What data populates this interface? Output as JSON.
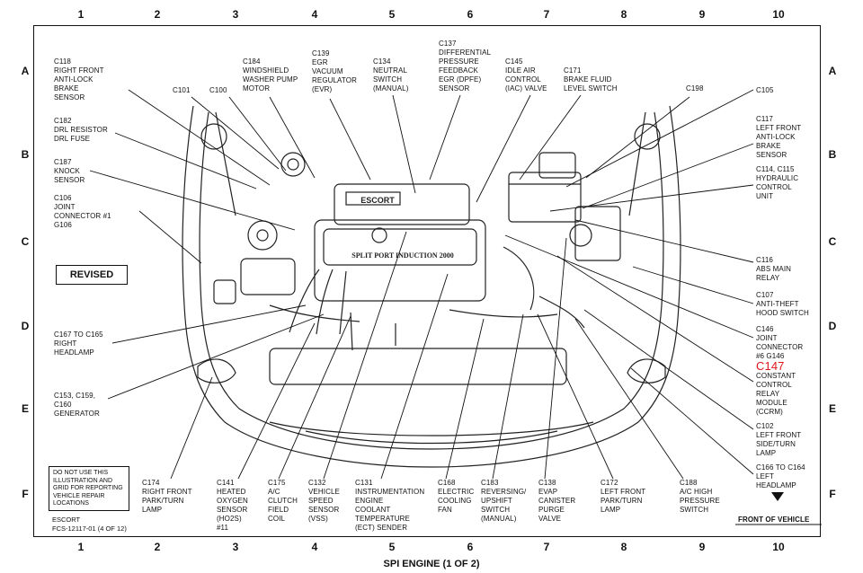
{
  "grid": {
    "columns": [
      "1",
      "2",
      "3",
      "4",
      "5",
      "6",
      "7",
      "8",
      "9",
      "10"
    ],
    "rows": [
      "A",
      "B",
      "C",
      "D",
      "E",
      "F"
    ]
  },
  "title": "SPI ENGINE (1 OF 2)",
  "revised": "REVISED",
  "warning": "DO NOT USE THIS ILLUSTRATION AND GRID FOR REPORTING VEHICLE REPAIR LOCATIONS",
  "footer": {
    "model": "ESCORT",
    "code": "FCS-12117-01 (4 OF 12)"
  },
  "front_of_vehicle": "FRONT OF VEHICLE",
  "engine_cover_text": [
    "ESCORT",
    "SPLIT PORT INDUCTION 2000"
  ],
  "labels": {
    "c118": {
      "code": "C118",
      "text": "RIGHT FRONT\nANTI-LOCK\nBRAKE\nSENSOR"
    },
    "c182": {
      "code": "C182",
      "text": "DRL RESISTOR\nDRL FUSE"
    },
    "c187": {
      "code": "C187",
      "text": "KNOCK\nSENSOR"
    },
    "c106": {
      "code": "C106",
      "text": "JOINT\nCONNECTOR #1\nG106"
    },
    "c167": {
      "code": "C167 TO C165",
      "text": "RIGHT\nHEADLAMP"
    },
    "c153": {
      "code": "C153, C159,",
      "text": "C160\nGENERATOR"
    },
    "c101": {
      "code": "C101",
      "text": ""
    },
    "c100": {
      "code": "C100",
      "text": ""
    },
    "c184": {
      "code": "C184",
      "text": "WINDSHIELD\nWASHER PUMP\nMOTOR"
    },
    "c139": {
      "code": "C139",
      "text": "EGR\nVACUUM\nREGULATOR\n(EVR)"
    },
    "c134": {
      "code": "C134",
      "text": "NEUTRAL\nSWITCH\n(MANUAL)"
    },
    "c137": {
      "code": "C137",
      "text": "DIFFERENTIAL\nPRESSURE\nFEEDBACK\nEGR (DPFE)\nSENSOR"
    },
    "c145": {
      "code": "C145",
      "text": "IDLE AIR\nCONTROL\n(IAC) VALVE"
    },
    "c171": {
      "code": "C171",
      "text": "BRAKE FLUID\nLEVEL SWITCH"
    },
    "c198": {
      "code": "C198",
      "text": ""
    },
    "c105": {
      "code": "C105",
      "text": ""
    },
    "c117": {
      "code": "C117",
      "text": "LEFT FRONT\nANTI-LOCK\nBRAKE\nSENSOR"
    },
    "c114": {
      "code": "C114, C115",
      "text": "HYDRAULIC\nCONTROL\nUNIT"
    },
    "c116": {
      "code": "C116",
      "text": "ABS MAIN\nRELAY"
    },
    "c107": {
      "code": "C107",
      "text": "ANTI-THEFT\nHOOD SWITCH"
    },
    "c146": {
      "code": "C146",
      "text": "JOINT\nCONNECTOR\n#6 G146"
    },
    "c147": {
      "code": "C147",
      "text": "CONSTANT\nCONTROL\nRELAY\nMODULE\n(CCRM)"
    },
    "c102": {
      "code": "C102",
      "text": "LEFT FRONT\nSIDE/TURN\nLAMP"
    },
    "c166": {
      "code": "C166 TO C164",
      "text": "LEFT\nHEADLAMP"
    },
    "c174": {
      "code": "C174",
      "text": "RIGHT FRONT\nPARK/TURN\nLAMP"
    },
    "c141": {
      "code": "C141",
      "text": "HEATED\nOXYGEN\nSENSOR\n(HO2S)\n#11"
    },
    "c175": {
      "code": "C175",
      "text": "A/C\nCLUTCH\nFIELD\nCOIL"
    },
    "c132": {
      "code": "C132",
      "text": "VEHICLE\nSPEED\nSENSOR\n(VSS)"
    },
    "c131": {
      "code": "C131",
      "text": "INSTRUMENTATION\nENGINE\nCOOLANT\nTEMPERATURE\n(ECT) SENDER"
    },
    "c168": {
      "code": "C168",
      "text": "ELECTRIC\nCOOLING\nFAN"
    },
    "c183": {
      "code": "C183",
      "text": "REVERSING/\nUPSHIFT\nSWITCH\n(MANUAL)"
    },
    "c138": {
      "code": "C138",
      "text": "EVAP\nCANISTER\nPURGE\nVALVE"
    },
    "c172": {
      "code": "C172",
      "text": "LEFT FRONT\nPARK/TURN\nLAMP"
    },
    "c188": {
      "code": "C188",
      "text": "A/C HIGH\nPRESSURE\nSWITCH"
    }
  },
  "colors": {
    "highlight": "#e0161a",
    "ink": "#111111"
  }
}
